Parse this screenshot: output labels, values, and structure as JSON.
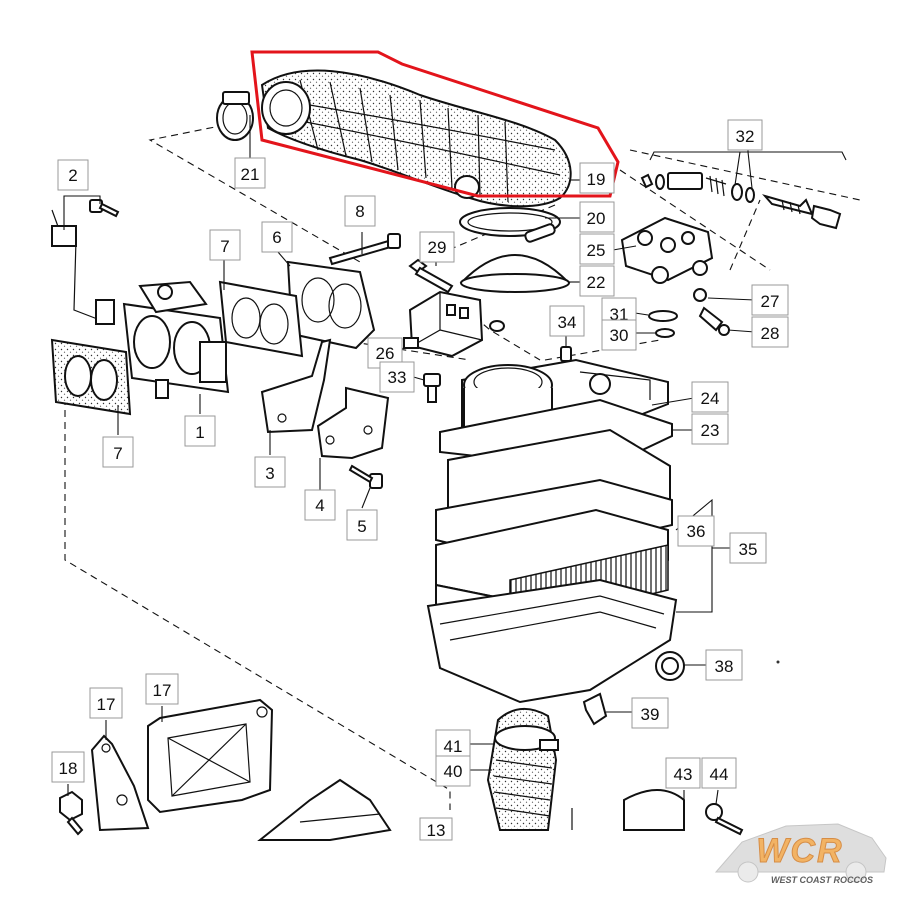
{
  "diagram": {
    "labels": {
      "l1": "1",
      "l2": "2",
      "l3": "3",
      "l4": "4",
      "l5": "5",
      "l6": "6",
      "l7a": "7",
      "l7b": "7",
      "l8": "8",
      "l13": "13",
      "l17a": "17",
      "l17b": "17",
      "l18": "18",
      "l19": "19",
      "l20": "20",
      "l21": "21",
      "l22": "22",
      "l23": "23",
      "l24": "24",
      "l25": "25",
      "l26": "26",
      "l27": "27",
      "l28": "28",
      "l29": "29",
      "l30": "30",
      "l31": "31",
      "l32": "32",
      "l33": "33",
      "l34": "34",
      "l35": "35",
      "l36": "36",
      "l38": "38",
      "l39": "39",
      "l40": "40",
      "l41": "41",
      "l43": "43",
      "l44": "44"
    },
    "highlight_color": "#e3141b",
    "line_color": "#111111"
  },
  "watermark": {
    "logo_text": "WCR",
    "caption": "WEST COAST ROCCOS"
  }
}
